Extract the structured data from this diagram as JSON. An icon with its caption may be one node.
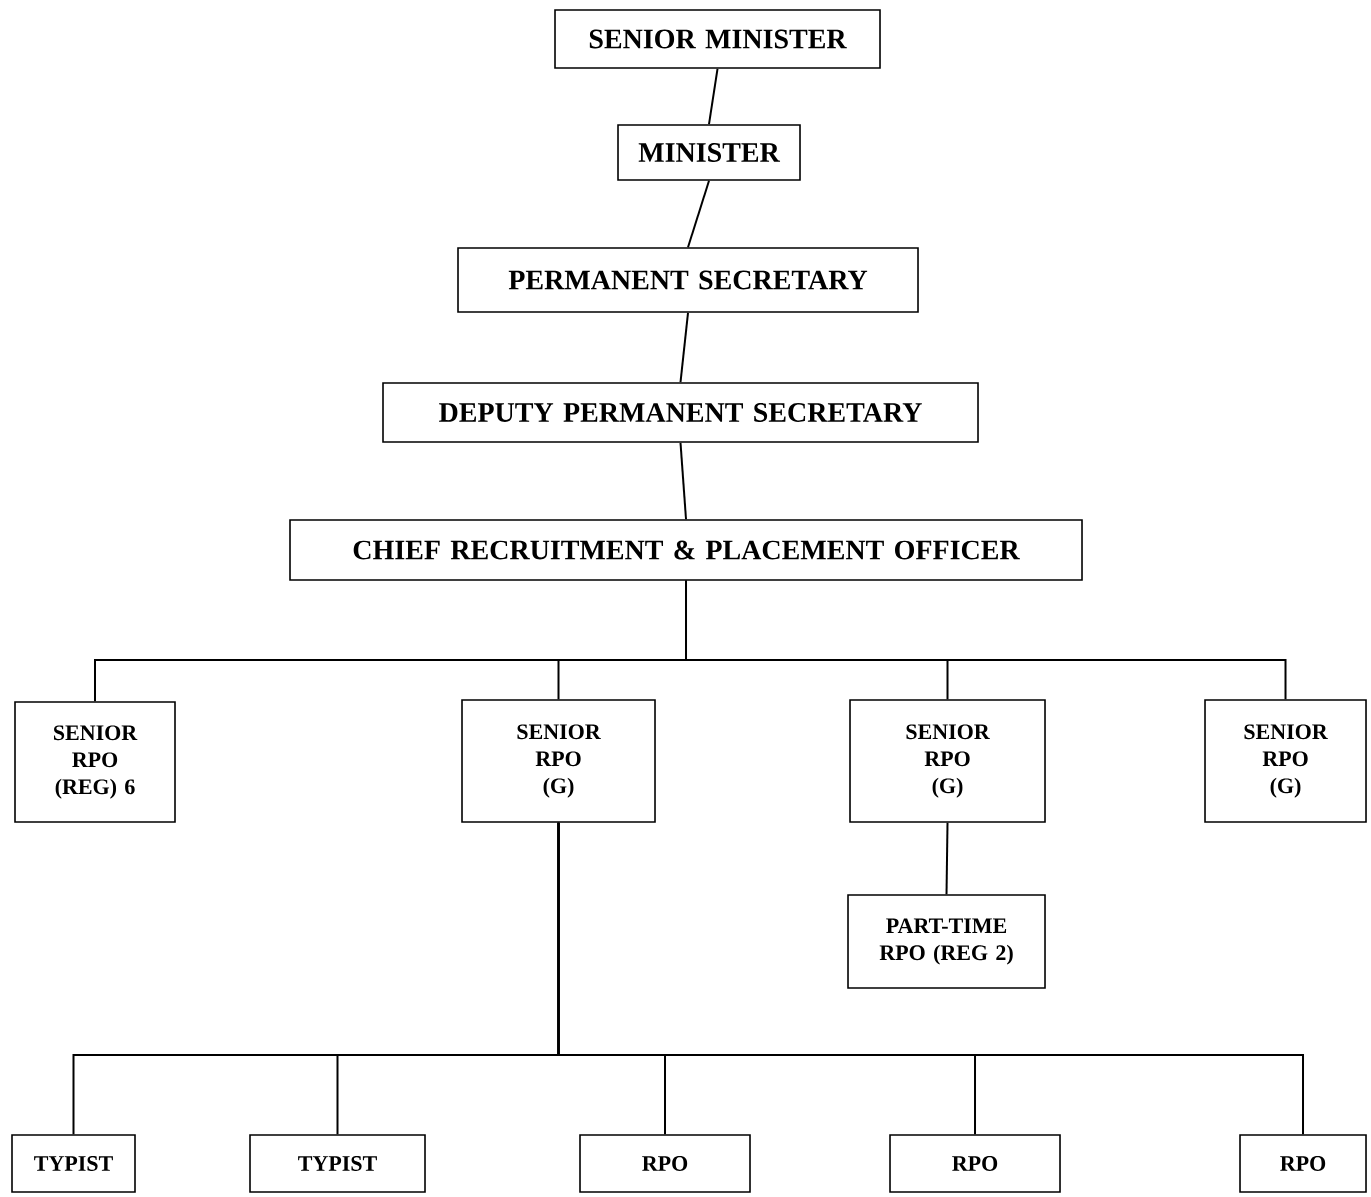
{
  "diagram": {
    "nodes": [
      {
        "text": [
          "SENIOR MINISTER"
        ]
      },
      {
        "text": [
          "MINISTER"
        ]
      },
      {
        "text": [
          "PERMANENT SECRETARY"
        ]
      },
      {
        "text": [
          "DEPUTY PERMANENT SECRETARY"
        ]
      },
      {
        "text": [
          "CHIEF RECRUITMENT & PLACEMENT OFFICER"
        ]
      },
      {
        "text": [
          "SENIOR RPO (REG) 6"
        ]
      },
      {
        "text": [
          "SENIOR RPO (G)"
        ]
      },
      {
        "text": [
          "SENIOR RPO (G)"
        ]
      },
      {
        "text": [
          "SENIOR RPO (G)"
        ]
      },
      {
        "text": [
          "PART-TIME RPO (REG 2)"
        ]
      },
      {
        "text": [
          "TYPIST"
        ]
      },
      {
        "text": [
          "TYPIST"
        ]
      },
      {
        "text": [
          "RPO"
        ]
      },
      {
        "text": [
          "RPO"
        ]
      },
      {
        "text": [
          "RPO"
        ]
      }
    ],
    "edges": [
      {
        "from": 0,
        "to": 1,
        "arrow": "none"
      },
      {
        "from": 1,
        "to": 2,
        "arrow": "none"
      },
      {
        "from": 2,
        "to": 3,
        "arrow": "none"
      },
      {
        "from": 3,
        "to": 4,
        "arrow": "none"
      },
      {
        "from": 4,
        "to": 5,
        "arrow": "none"
      },
      {
        "from": 4,
        "to": 6,
        "arrow": "none"
      },
      {
        "from": 4,
        "to": 7,
        "arrow": "none"
      },
      {
        "from": 4,
        "to": 8,
        "arrow": "none"
      },
      {
        "from": 7,
        "to": 9,
        "arrow": "none"
      },
      {
        "from": 6,
        "to": 10,
        "arrow": "none"
      },
      {
        "from": 6,
        "to": 11,
        "arrow": "none"
      },
      {
        "from": 6,
        "to": 12,
        "arrow": "none"
      },
      {
        "from": 6,
        "to": 13,
        "arrow": "none"
      },
      {
        "from": 6,
        "to": 14,
        "arrow": "none"
      }
    ]
  }
}
